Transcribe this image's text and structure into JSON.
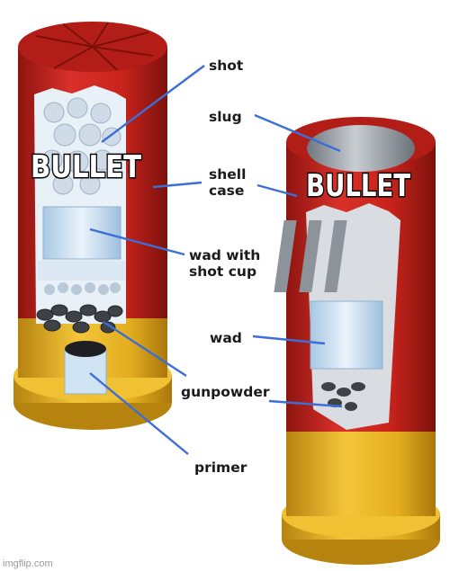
{
  "labels": {
    "shot": "shot",
    "slug": "slug",
    "shell_case_line1": "shell",
    "shell_case_line2": "case",
    "wad_shot_cup_line1": "wad with",
    "wad_shot_cup_line2": "shot cup",
    "wad": "wad",
    "gunpowder": "gunpowder",
    "primer": "primer"
  },
  "meme_text": {
    "left": "BULLET",
    "right": "BULLET"
  },
  "watermark": "imgflip.com",
  "colors": {
    "shell_red": "#c8231b",
    "shell_dark_red": "#8e140f",
    "brass": "#e3ad1f",
    "brass_dark": "#b7830f",
    "wad_blue": "#cfe3f3",
    "slug_gray": "#9aa1a8",
    "pointer_blue": "#3b6fd6"
  }
}
